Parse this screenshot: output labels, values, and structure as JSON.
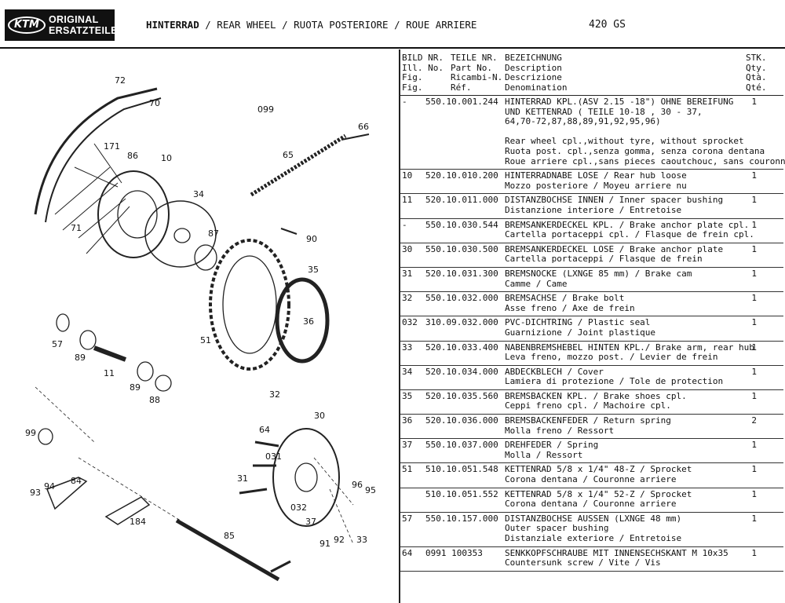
{
  "header": {
    "logo_mark": "KTM",
    "logo_line1": "ORIGINAL",
    "logo_line2": "ERSATZTEILE",
    "title_de": "HINTERRAD",
    "title_rest": " / REAR WHEEL / RUOTA POSTERIORE / ROUE ARRIERE",
    "model": "420 GS"
  },
  "table_header": {
    "col1": "BILD NR.\nIll. No.\nFig.\nFig.",
    "col2": "TEILE NR.\nPart No.\nRicambi-N.\nRéf.",
    "col3": "BEZEICHNUNG\nDescription\nDescrizione\nDenomination",
    "col4": "STK.\nQty.\nQtà.\nQté."
  },
  "rows": [
    {
      "num": "-",
      "part": "550.10.001.244",
      "qty": "1",
      "lines": [
        "HINTERRAD KPL.(ASV 2.15 -18\") OHNE BEREIFUNG",
        "UND KETTENRAD ( TEILE 10-18 , 30 - 37,",
        "64,70-72,87,88,89,91,92,95,96)",
        "",
        "Rear wheel cpl.,without tyre, without sprocket",
        "Ruota post. cpl.,senza gomma, senza corona dentana",
        "Roue arriere cpl.,sans pieces caoutchouc, sans couronne"
      ]
    },
    {
      "num": "10",
      "part": "520.10.010.200",
      "qty": "1",
      "lines": [
        "HINTERRADNABE LOSE / Rear hub loose",
        "Mozzo posteriore / Moyeu arriere nu"
      ]
    },
    {
      "num": "11",
      "part": "520.10.011.000",
      "qty": "1",
      "lines": [
        "DISTANZBOCHSE INNEN / Inner spacer bushing",
        "Distanzione interiore / Entretoise"
      ]
    },
    {
      "num": "-",
      "part": "550.10.030.544",
      "qty": "1",
      "lines": [
        "BREMSANKERDECKEL KPL. / Brake anchor plate cpl.",
        "Cartella portaceppi cpl. / Flasque de frein cpl."
      ]
    },
    {
      "num": "30",
      "part": "550.10.030.500",
      "qty": "1",
      "lines": [
        "BREMSANKERDECKEL LOSE / Brake anchor plate",
        "Cartella portaceppi / Flasque de frein"
      ]
    },
    {
      "num": "31",
      "part": "520.10.031.300",
      "qty": "1",
      "lines": [
        "BREMSNOCKE (LXNGE 85 mm) / Brake cam",
        "Camme / Came"
      ]
    },
    {
      "num": "32",
      "part": "550.10.032.000",
      "qty": "1",
      "lines": [
        "BREMSACHSE / Brake bolt",
        "Asse freno / Axe de frein"
      ]
    },
    {
      "num": "032",
      "part": "310.09.032.000",
      "qty": "1",
      "lines": [
        "PVC-DICHTRING / Plastic seal",
        "Guarnizione / Joint plastique"
      ]
    },
    {
      "num": "33",
      "part": "520.10.033.400",
      "qty": "1",
      "lines": [
        "NABENBREMSHEBEL HINTEN KPL./ Brake arm, rear hub",
        "Leva freno, mozzo post. / Levier de frein"
      ]
    },
    {
      "num": "34",
      "part": "520.10.034.000",
      "qty": "1",
      "lines": [
        "ABDECKBLECH / Cover",
        "Lamiera di protezione / Tole de protection"
      ]
    },
    {
      "num": "35",
      "part": "520.10.035.560",
      "qty": "1",
      "lines": [
        "BREMSBACKEN KPL. / Brake shoes cpl.",
        "Ceppi freno cpl. / Machoire cpl."
      ]
    },
    {
      "num": "36",
      "part": "520.10.036.000",
      "qty": "2",
      "lines": [
        "BREMSBACKENFEDER / Return spring",
        "Molla freno / Ressort"
      ]
    },
    {
      "num": "37",
      "part": "550.10.037.000",
      "qty": "1",
      "lines": [
        "DREHFEDER / Spring",
        "Molla / Ressort"
      ]
    },
    {
      "num": "51",
      "part": "510.10.051.548",
      "qty": "1",
      "lines": [
        "KETTENRAD 5/8 x 1/4\" 48-Z / Sprocket",
        "Corona dentana / Couronne arriere"
      ]
    },
    {
      "num": "",
      "part": "510.10.051.552",
      "qty": "1",
      "lines": [
        "KETTENRAD 5/8 x 1/4\" 52-Z / Sprocket",
        "Corona dentana / Couronne arriere"
      ]
    },
    {
      "num": "57",
      "part": "550.10.157.000",
      "qty": "1",
      "lines": [
        "DISTANZBOCHSE AUSSEN (LXNGE 48 mm)",
        "Outer spacer bushing",
        "Distanziale exteriore / Entretoise"
      ]
    },
    {
      "num": "64",
      "part": "0991 100353",
      "qty": "1",
      "lines": [
        "SENKKOPFSCHRAUBE MIT INNENSECHSKANT M 10x35",
        "Countersunk screw / Vite / Vis"
      ]
    }
  ],
  "callouts": [
    "72",
    "70",
    "099",
    "66",
    "65",
    "171",
    "86",
    "10",
    "34",
    "71",
    "87",
    "90",
    "35",
    "36",
    "51",
    "57",
    "89",
    "11",
    "89",
    "88",
    "32",
    "30",
    "64",
    "99",
    "031",
    "84",
    "93",
    "94",
    "31",
    "96",
    "95",
    "032",
    "184",
    "37",
    "85",
    "91",
    "92",
    "33"
  ]
}
